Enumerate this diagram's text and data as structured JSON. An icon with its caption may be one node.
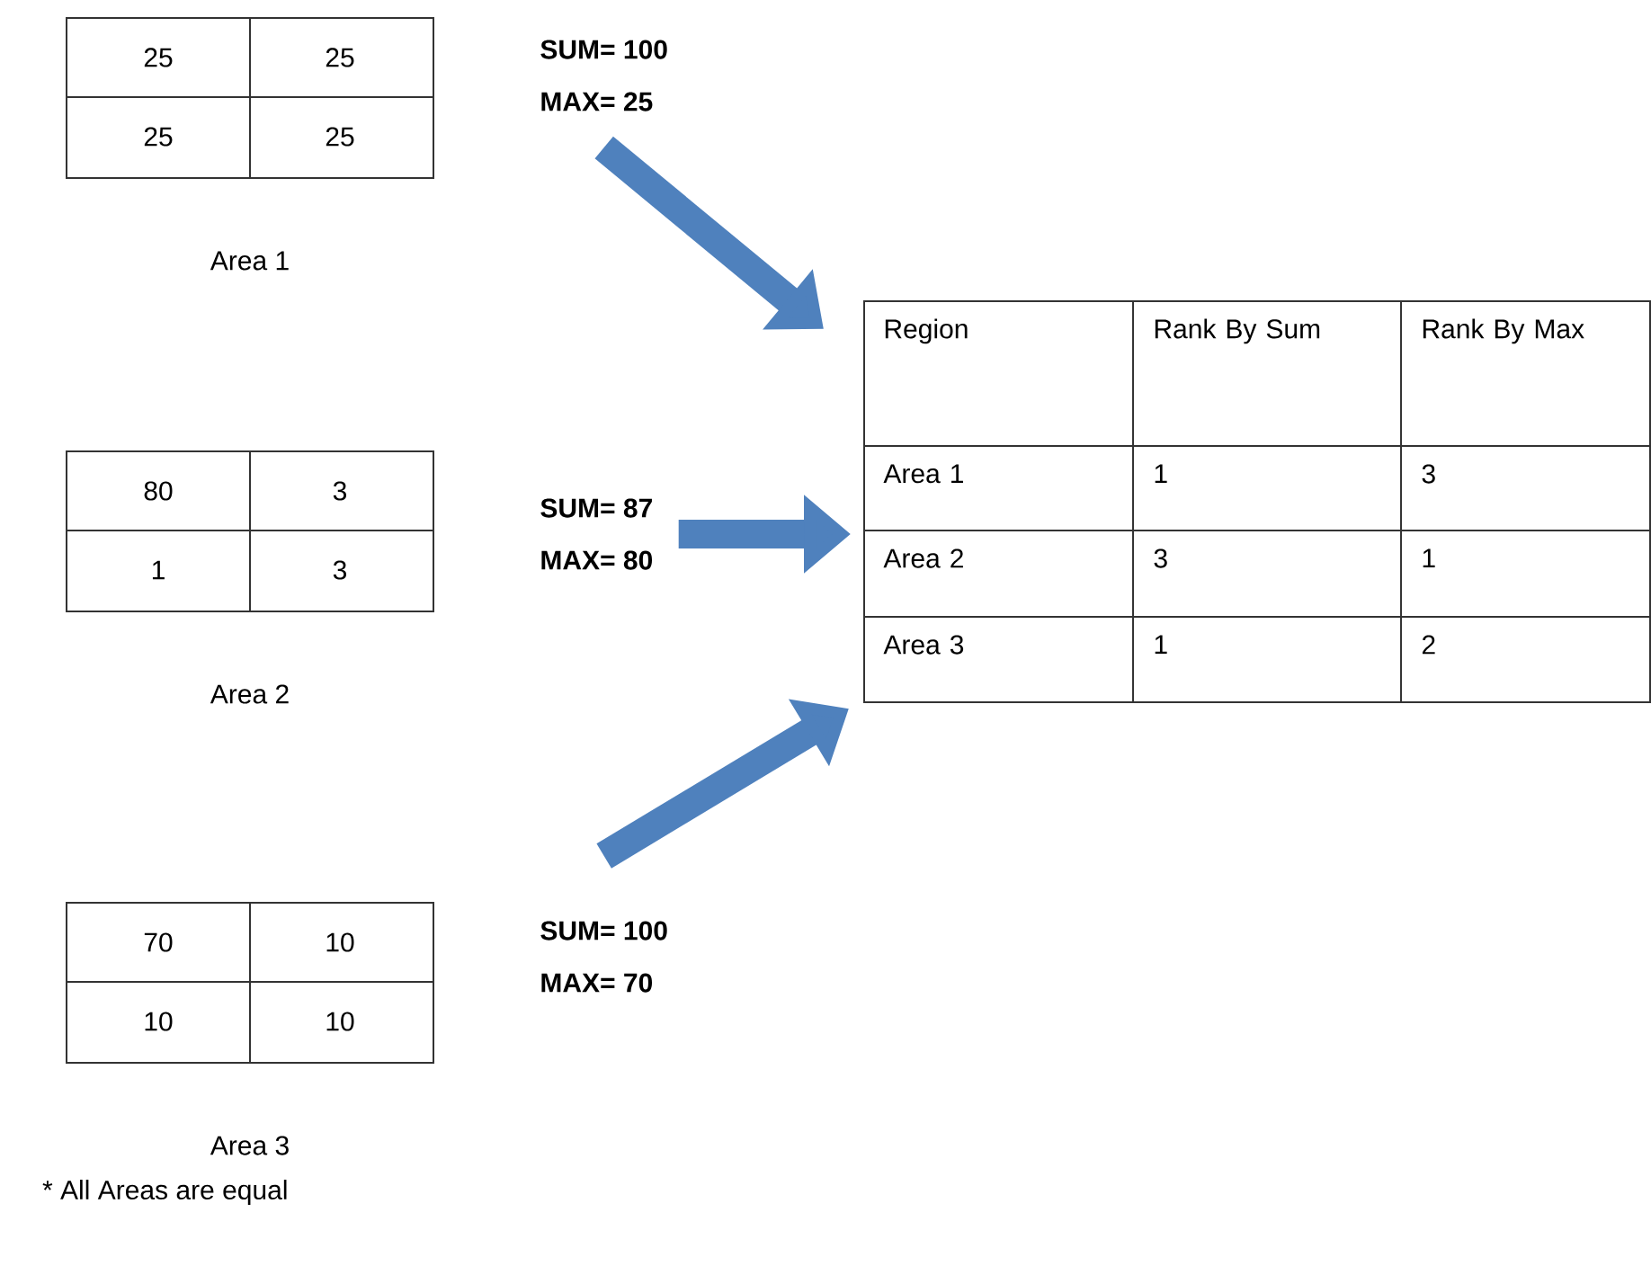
{
  "diagram": {
    "nodes": [
      {
        "text": [
          "SUM= 100",
          "MAX= 25"
        ]
      },
      {
        "text": [
          "SUM= 87",
          "MAX= 80"
        ]
      },
      {
        "text": [
          "SUM= 100",
          "MAX= 70"
        ]
      },
      {
        "text": [
          "Region",
          "Rank By Sum",
          "Rank By Max",
          "Area 1",
          "1",
          "3",
          "Area 2",
          "3",
          "1",
          "Area 3",
          "1",
          "2"
        ]
      }
    ],
    "edges": [
      {
        "from": 0,
        "to": 3,
        "arrow": "to"
      },
      {
        "from": 1,
        "to": 3,
        "arrow": "to"
      },
      {
        "from": 2,
        "to": 3,
        "arrow": "to"
      }
    ],
    "labels": [
      "25",
      "25",
      "25",
      "25",
      "Area 1",
      "80",
      "3",
      "1",
      "3",
      "Area 2",
      "70",
      "10",
      "10",
      "10",
      "Area 3",
      "* All Areas are equal"
    ]
  }
}
